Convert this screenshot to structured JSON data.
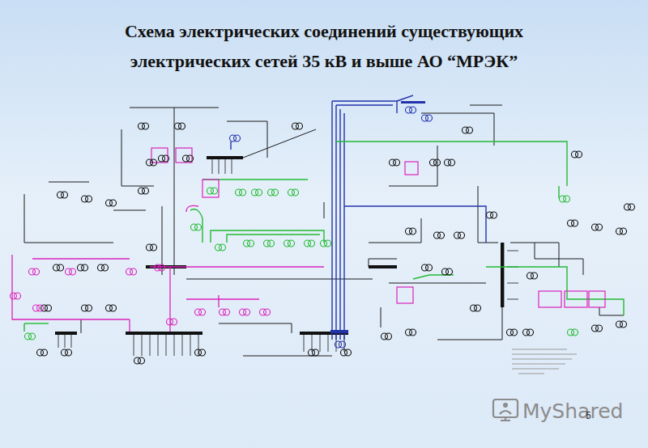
{
  "diagram": {
    "title": "Схема электрических соединений существующих электрических сетей 35 кВ и выше АО “МРЭК”",
    "labels": [
      "MyShared",
      "5"
    ]
  }
}
